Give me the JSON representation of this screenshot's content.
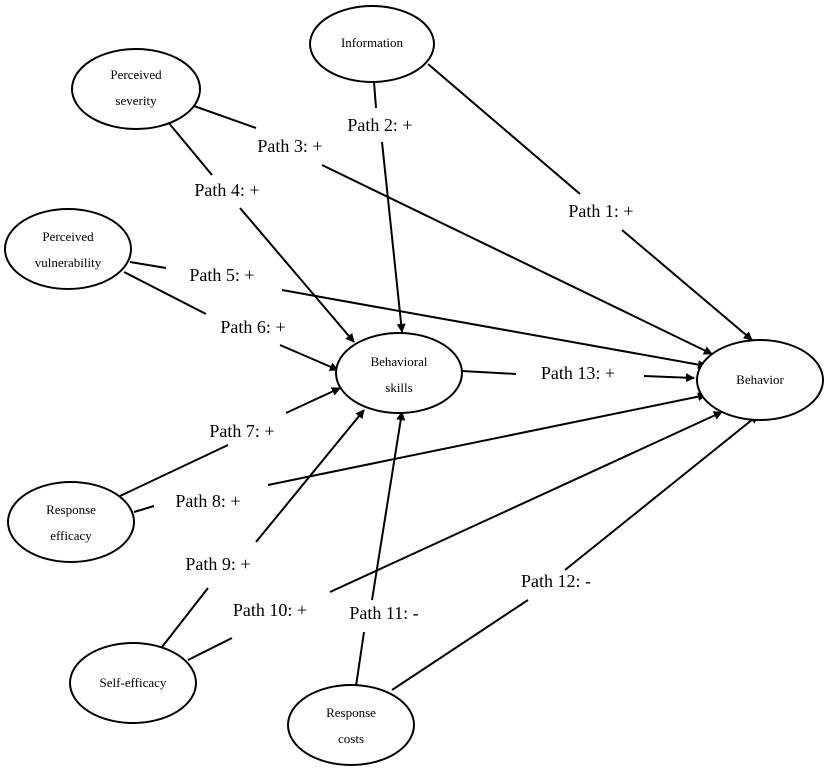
{
  "nodes": {
    "information": {
      "lines": [
        "Information"
      ]
    },
    "perceived_severity": {
      "lines": [
        "Perceived",
        "severity"
      ]
    },
    "perceived_vulnerability": {
      "lines": [
        "Perceived",
        "vulnerability"
      ]
    },
    "behavioral_skills": {
      "lines": [
        "Behavioral",
        "skills"
      ]
    },
    "behavior": {
      "lines": [
        "Behavior"
      ]
    },
    "response_efficacy": {
      "lines": [
        "Response",
        "efficacy"
      ]
    },
    "self_efficacy": {
      "lines": [
        "Self-efficacy"
      ]
    },
    "response_costs": {
      "lines": [
        "Response",
        "costs"
      ]
    }
  },
  "paths": [
    {
      "id": "path1",
      "label": "Path 1: +",
      "from": "Information",
      "to": "Behavior"
    },
    {
      "id": "path2",
      "label": "Path 2: +",
      "from": "Information",
      "to": "Behavioral skills"
    },
    {
      "id": "path3",
      "label": "Path 3: +",
      "from": "Perceived severity",
      "to": "Behavior"
    },
    {
      "id": "path4",
      "label": "Path 4: +",
      "from": "Perceived severity",
      "to": "Behavioral skills"
    },
    {
      "id": "path5",
      "label": "Path 5: +",
      "from": "Perceived vulnerability",
      "to": "Behavior"
    },
    {
      "id": "path6",
      "label": "Path 6: +",
      "from": "Perceived vulnerability",
      "to": "Behavioral skills"
    },
    {
      "id": "path7",
      "label": "Path 7: +",
      "from": "Response efficacy",
      "to": "Behavioral skills"
    },
    {
      "id": "path8",
      "label": "Path 8: +",
      "from": "Response efficacy",
      "to": "Behavior"
    },
    {
      "id": "path9",
      "label": "Path 9: +",
      "from": "Self-efficacy",
      "to": "Behavioral skills"
    },
    {
      "id": "path10",
      "label": "Path 10: +",
      "from": "Self-efficacy",
      "to": "Behavior"
    },
    {
      "id": "path11",
      "label": "Path 11: -",
      "from": "Response costs",
      "to": "Behavioral skills"
    },
    {
      "id": "path12",
      "label": "Path 12: -",
      "from": "Response costs",
      "to": "Behavior"
    },
    {
      "id": "path13",
      "label": "Path 13: +",
      "from": "Behavioral skills",
      "to": "Behavior"
    }
  ]
}
